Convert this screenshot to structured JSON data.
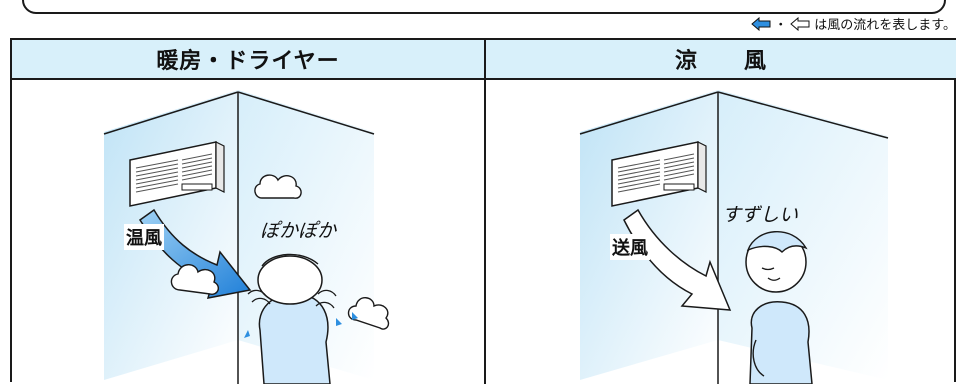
{
  "legend": {
    "text": "は風の流れを表します。",
    "separator": "・",
    "arrow_icons": [
      "filled-left-arrow-icon",
      "outline-left-arrow-icon"
    ]
  },
  "columns": [
    {
      "header": "暖房・ドライヤー",
      "airflow_label": "温風",
      "onomatopoeia": "ぽかぽか",
      "arrow_style": "filled-blue"
    },
    {
      "header": "涼　　風",
      "airflow_label": "送風",
      "onomatopoeia": "すずしい",
      "arrow_style": "outline"
    }
  ],
  "colors": {
    "header_bg": "#d8f0fa",
    "air_blue": "#2e8fe0",
    "wall_tint": "#bfe3f6",
    "line": "#1a1a1a"
  }
}
